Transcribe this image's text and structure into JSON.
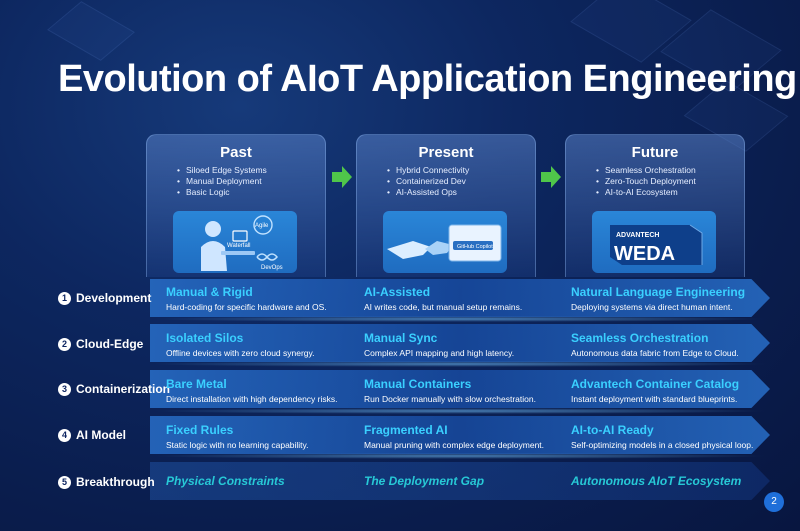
{
  "title": "Evolution of AIoT Application Engineering",
  "cards": [
    {
      "title": "Past",
      "bullets": [
        "Siloed Edge Systems",
        "Manual Deployment",
        "Basic Logic"
      ],
      "image_labels": [
        "Agile",
        "Waterfall",
        "DevOps"
      ]
    },
    {
      "title": "Present",
      "bullets": [
        "Hybrid Connectivity",
        "Containerized Dev",
        "AI-Assisted Ops"
      ],
      "image_labels": [
        "GitHub Copilot"
      ]
    },
    {
      "title": "Future",
      "bullets": [
        "Seamless Orchestration",
        "Zero-Touch Deployment",
        "AI-to-AI Ecosystem"
      ],
      "image_labels": [
        "ADVANTECH",
        "WEDA"
      ]
    }
  ],
  "rows": [
    {
      "num": "1",
      "label": "Development",
      "cells": [
        {
          "heading": "Manual & Rigid",
          "desc": "Hard-coding for specific hardware and OS."
        },
        {
          "heading": "AI-Assisted",
          "desc": "AI writes code, but manual setup remains."
        },
        {
          "heading": "Natural Language Engineering",
          "desc": "Deploying systems via direct human intent."
        }
      ]
    },
    {
      "num": "2",
      "label": "Cloud-Edge",
      "cells": [
        {
          "heading": "Isolated Silos",
          "desc": "Offline devices with zero cloud synergy."
        },
        {
          "heading": "Manual Sync",
          "desc": "Complex API mapping and high latency."
        },
        {
          "heading": "Seamless Orchestration",
          "desc": "Autonomous data fabric from Edge to Cloud."
        }
      ]
    },
    {
      "num": "3",
      "label": "Containerization",
      "cells": [
        {
          "heading": "Bare Metal",
          "desc": "Direct installation with high dependency risks."
        },
        {
          "heading": "Manual Containers",
          "desc": "Run Docker manually with slow orchestration."
        },
        {
          "heading": "Advantech Container Catalog",
          "desc": "Instant deployment with standard blueprints."
        }
      ]
    },
    {
      "num": "4",
      "label": "AI Model",
      "cells": [
        {
          "heading": "Fixed Rules",
          "desc": "Static logic with no learning capability."
        },
        {
          "heading": "Fragmented AI",
          "desc": "Manual pruning with complex edge deployment."
        },
        {
          "heading": "AI-to-AI Ready",
          "desc": "Self-optimizing models in a closed physical loop."
        }
      ]
    }
  ],
  "breakthrough": {
    "num": "5",
    "label": "Breakthrough",
    "cells": [
      "Physical Constraints",
      "The Deployment Gap",
      "Autonomous AIoT Ecosystem"
    ]
  },
  "page_number": "2",
  "colors": {
    "accent_heading": "#3ad0ff",
    "breakthrough_text": "#27c9d6",
    "arrow": "#4fc64a",
    "page_badge": "#1f6fd9"
  }
}
